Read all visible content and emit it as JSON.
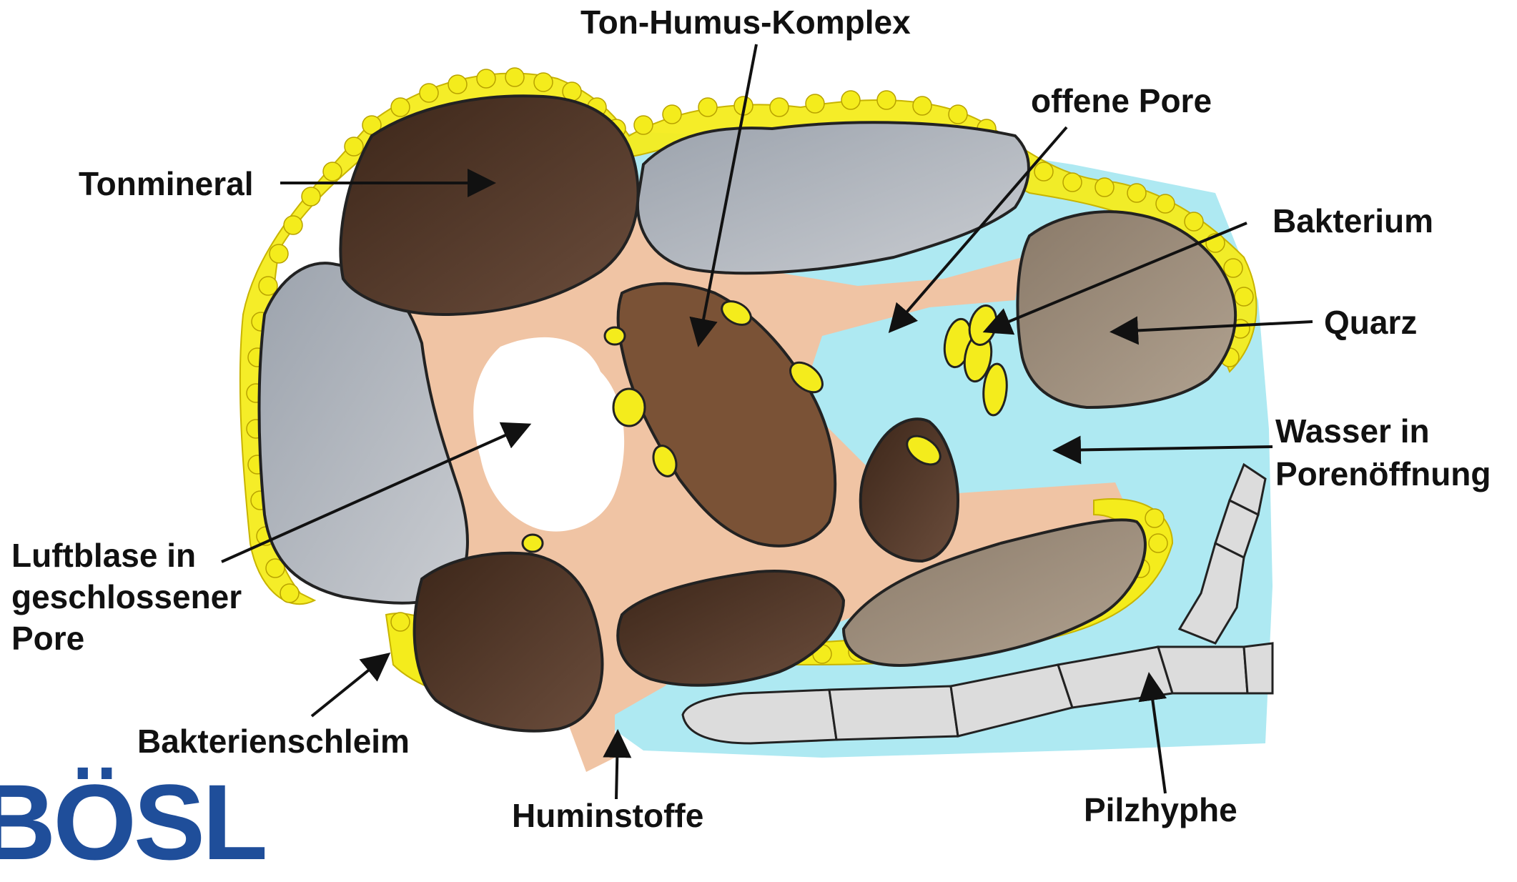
{
  "labels": {
    "ton_humus_komplex": "Ton-Humus-Komplex",
    "offene_pore": "offene Pore",
    "tonmineral": "Tonmineral",
    "bakterium": "Bakterium",
    "quarz": "Quarz",
    "wasser_line1": "Wasser in",
    "wasser_line2": "Porenöffnung",
    "luftblase_line1": "Luftblase in",
    "luftblase_line2": "geschlossener",
    "luftblase_line3": "Pore",
    "bakterienschleim": "Bakterienschleim",
    "huminstoffe": "Huminstoffe",
    "pilzhyphe": "Pilzhyphe"
  },
  "logo": {
    "text": "BÖSL",
    "color": "#1f4e9a"
  },
  "colors": {
    "water": "#aee9f2",
    "humus_matrix": "#f0c4a4",
    "bacterial_slime": "#f4ec1c",
    "clay_mineral": "#5a3d2e",
    "quartz": "#9b8a78",
    "grey_mineral": "#b8bcc2",
    "ton_humus": "#7a5236",
    "hypha": "#dcdcdc",
    "air_bubble": "#ffffff"
  }
}
